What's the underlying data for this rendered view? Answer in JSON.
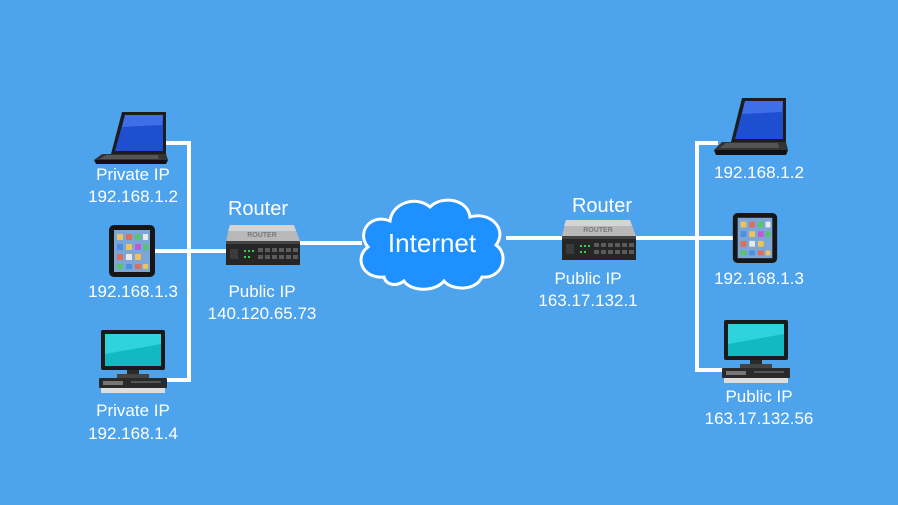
{
  "left_network": {
    "laptop": {
      "line1": "Private IP",
      "line2": "192.168.1.2"
    },
    "tablet": {
      "line1": "192.168.1.3"
    },
    "desktop": {
      "line1": "Private IP",
      "line2": "192.168.1.4"
    }
  },
  "left_router": {
    "title": "Router",
    "badge": "ROUTER",
    "line1": "Public IP",
    "line2": "140.120.65.73"
  },
  "internet": {
    "label": "Internet"
  },
  "right_router": {
    "title": "Router",
    "badge": "ROUTER",
    "line1": "Public IP",
    "line2": "163.17.132.1"
  },
  "right_network": {
    "laptop": {
      "line1": "192.168.1.2"
    },
    "tablet": {
      "line1": "192.168.1.3"
    },
    "desktop": {
      "line1": "Public IP",
      "line2": "163.17.132.56"
    }
  },
  "colors": {
    "background": "#4da3ec",
    "wire": "#ffffff",
    "cloud": "#1e90ff",
    "text": "#ffffff"
  }
}
